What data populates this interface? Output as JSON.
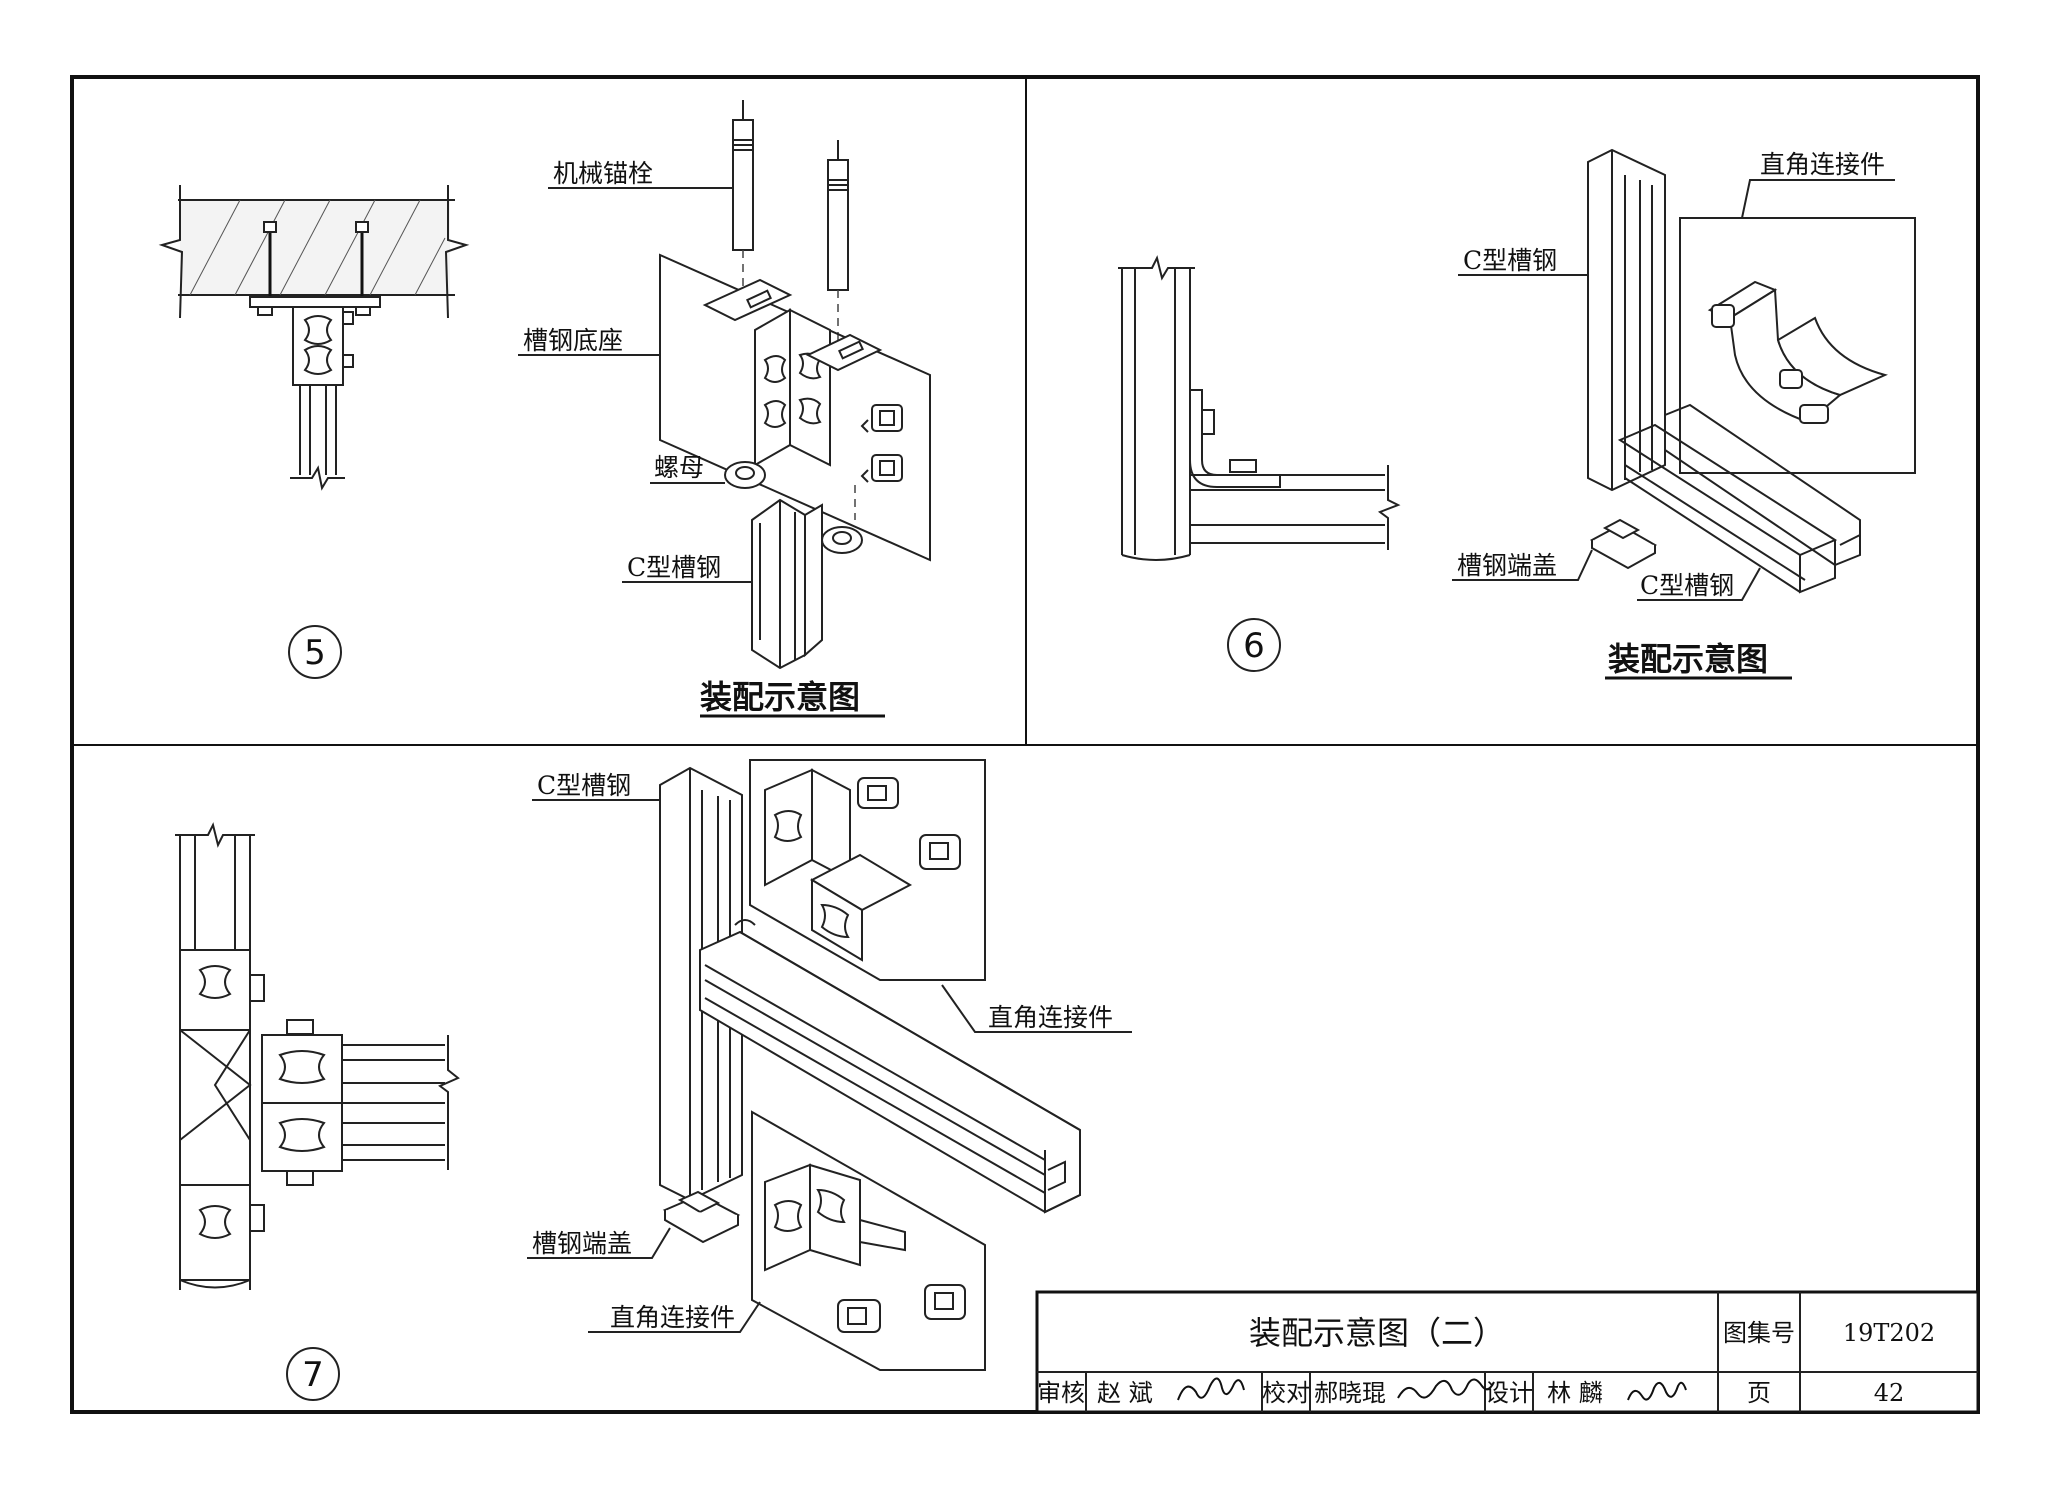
{
  "panels": {
    "p5": {
      "number": "5",
      "labels": {
        "anchor": "机械锚栓",
        "base": "槽钢底座",
        "nut": "螺母",
        "channel": "C型槽钢"
      },
      "caption": "装配示意图"
    },
    "p6": {
      "number": "6",
      "labels": {
        "channel_top": "C型槽钢",
        "connector": "直角连接件",
        "end_cap": "槽钢端盖",
        "channel_bottom": "C型槽钢"
      },
      "caption": "装配示意图"
    },
    "p7": {
      "number": "7",
      "labels": {
        "channel": "C型槽钢",
        "connector_top": "直角连接件",
        "end_cap": "槽钢端盖",
        "connector_bottom": "直角连接件"
      }
    }
  },
  "title_block": {
    "title": "装配示意图（二）",
    "atlas_label": "图集号",
    "atlas_no": "19T202",
    "review_label": "审核",
    "reviewer": "赵 斌",
    "check_label": "校对",
    "checker": "郝晓琨",
    "design_label": "设计",
    "designer": "林 麟",
    "page_label": "页",
    "page_no": "42"
  }
}
